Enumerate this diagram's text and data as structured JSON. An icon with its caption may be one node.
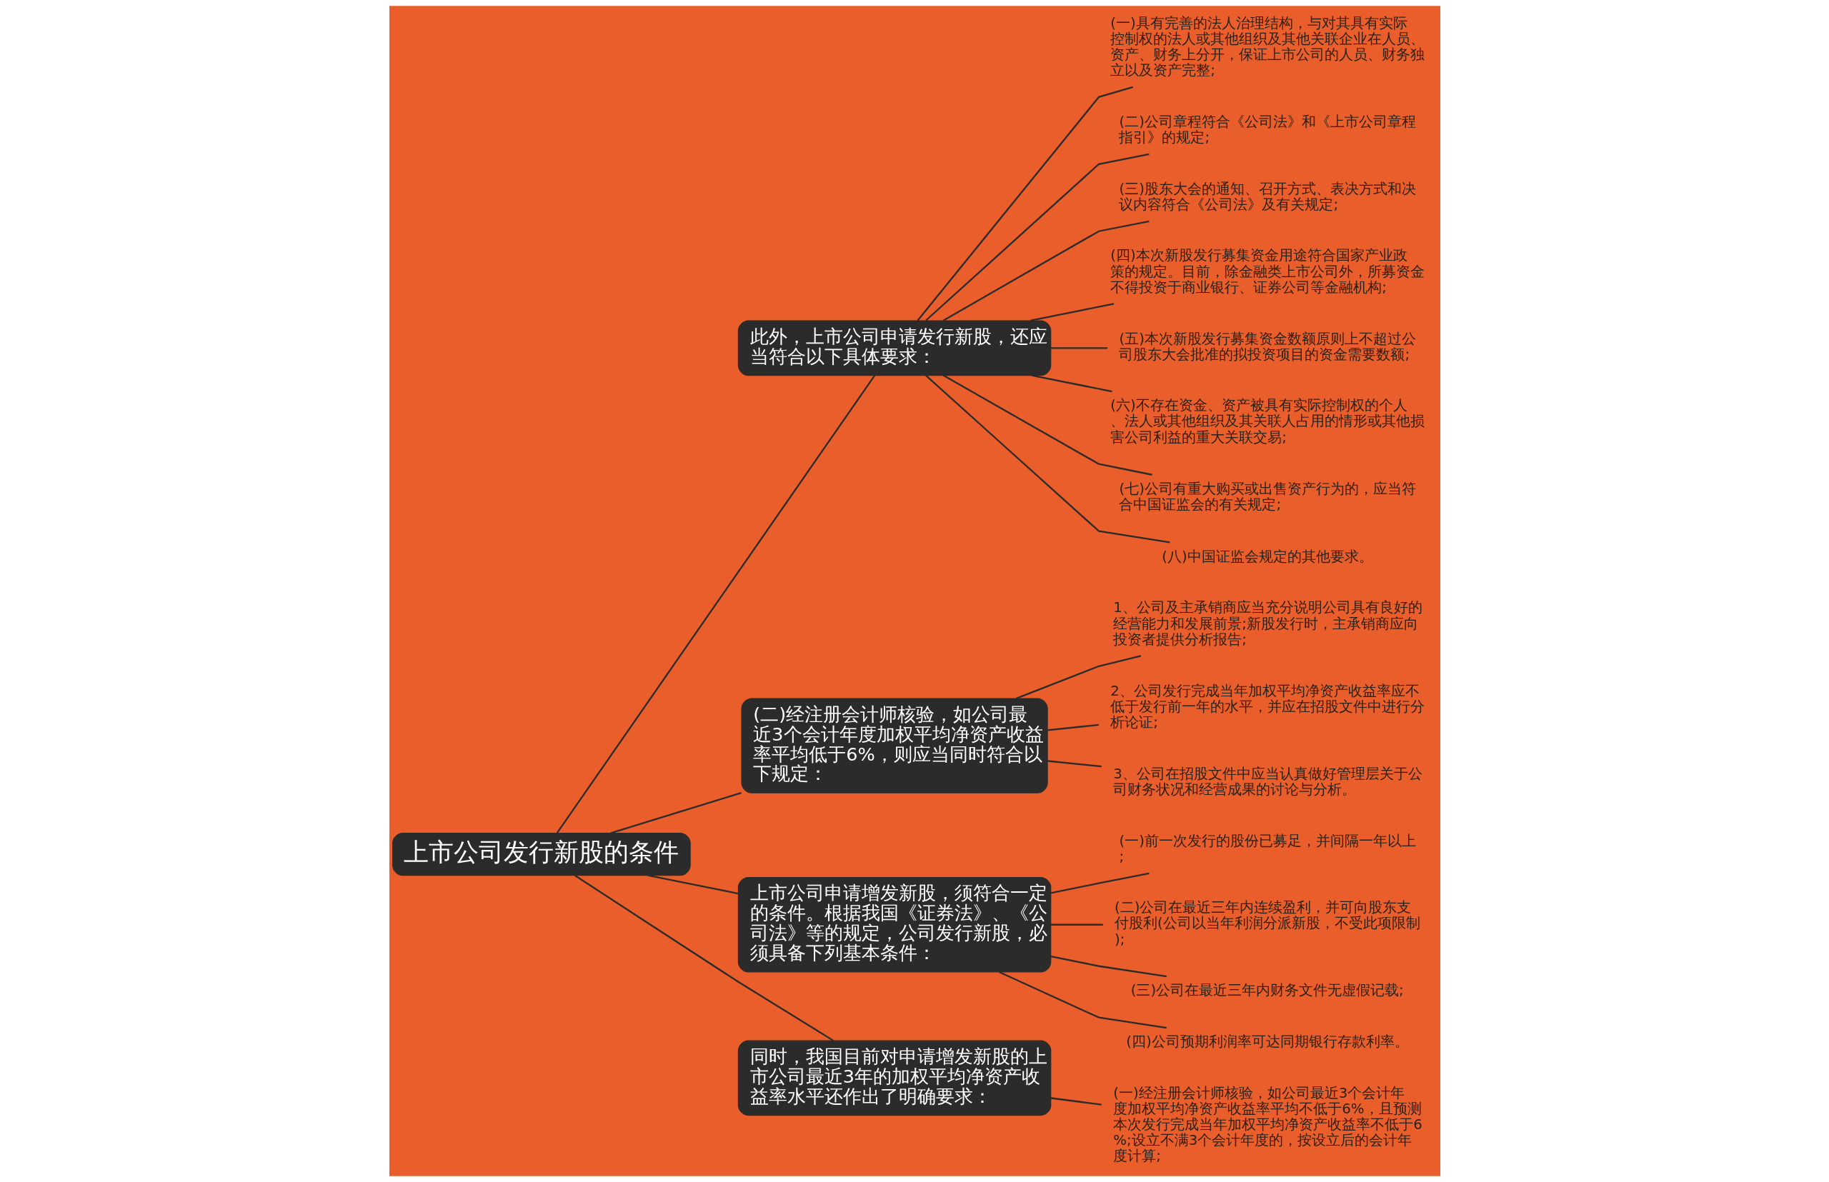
{
  "diagram": {
    "nodes": [
      {
        "text": [
          "上市公司发行新股的条件"
        ]
      },
      {
        "text": [
          "此外，上市公司申请发行新股，还应当符合以下具体要求："
        ]
      },
      {
        "text": [
          "(一)具有完善的法人治理结构，与对其具有实际控制权的法人或其他组织及其他关联企业在人员、资产、财务上分开，保证上市公司的人员、财务独立以及资产完整;"
        ]
      },
      {
        "text": [
          "(二)公司章程符合《公司法》和《上市公司章程指引》的规定;"
        ]
      },
      {
        "text": [
          "(三)股东大会的通知、召开方式、表决方式和决议内容符合《公司法》及有关规定;"
        ]
      },
      {
        "text": [
          "(四)本次新股发行募集资金用途符合国家产业政策的规定。目前，除金融类上市公司外，所募资金不得投资于商业银行、证券公司等金融机构;"
        ]
      },
      {
        "text": [
          "(五)本次新股发行募集资金数额原则上不超过公司股东大会批准的拟投资项目的资金需要数额;"
        ]
      },
      {
        "text": [
          "(六)不存在资金、资产被具有实际控制权的个人、法人或其他组织及其关联人占用的情形或其他损害公司利益的重大关联交易;"
        ]
      },
      {
        "text": [
          "(七)公司有重大购买或出售资产行为的，应当符合中国证监会的有关规定;"
        ]
      },
      {
        "text": [
          "(八)中国证监会规定的其他要求。"
        ]
      },
      {
        "text": [
          "(二)经注册会计师核验，如公司最近3个会计年度加权平均净资产收益率平均低于6%，则应当同时符合以下规定："
        ]
      },
      {
        "text": [
          "1、公司及主承销商应当充分说明公司具有良好的经营能力和发展前景;新股发行时，主承销商应向投资者提供分析报告;"
        ]
      },
      {
        "text": [
          "2、公司发行完成当年加权平均净资产收益率应不低于发行前一年的水平，并应在招股文件中进行分析论证;"
        ]
      },
      {
        "text": [
          "3、公司在招股文件中应当认真做好管理层关于公司财务状况和经营成果的讨论与分析。"
        ]
      },
      {
        "text": [
          "上市公司申请增发新股，须符合一定的条件。根据我国《证券法》、《公司法》等的规定，公司发行新股，必须具备下列基本条件："
        ]
      },
      {
        "text": [
          "(一)前一次发行的股份已募足，并间隔一年以上;"
        ]
      },
      {
        "text": [
          "(二)公司在最近三年内连续盈利，并可向股东支付股利(公司以当年利润分派新股，不受此项限制);"
        ]
      },
      {
        "text": [
          "(三)公司在最近三年内财务文件无虚假记载;"
        ]
      },
      {
        "text": [
          "(四)公司预期利润率可达同期银行存款利率。"
        ]
      },
      {
        "text": [
          "同时，我国目前对申请增发新股的上市公司最近3年的加权平均净资产收益率水平还作出了明确要求："
        ]
      },
      {
        "text": [
          "(一)经注册会计师核验，如公司最近3个会计年度加权平均净资产收益率平均不低于6%，且预测本次发行完成当年加权平均净资产收益率不低于6%;设立不满3个会计年度的，按设立后的会计年度计算;"
        ]
      }
    ],
    "edges": [
      {
        "from": 0,
        "to": 1,
        "arrow": "none"
      },
      {
        "from": 1,
        "to": 2,
        "arrow": "none"
      },
      {
        "from": 1,
        "to": 3,
        "arrow": "none"
      },
      {
        "from": 1,
        "to": 4,
        "arrow": "none"
      },
      {
        "from": 1,
        "to": 5,
        "arrow": "none"
      },
      {
        "from": 1,
        "to": 6,
        "arrow": "none"
      },
      {
        "from": 1,
        "to": 7,
        "arrow": "none"
      },
      {
        "from": 1,
        "to": 8,
        "arrow": "none"
      },
      {
        "from": 1,
        "to": 9,
        "arrow": "none"
      },
      {
        "from": 0,
        "to": 10,
        "arrow": "none"
      },
      {
        "from": 10,
        "to": 11,
        "arrow": "none"
      },
      {
        "from": 10,
        "to": 12,
        "arrow": "none"
      },
      {
        "from": 10,
        "to": 13,
        "arrow": "none"
      },
      {
        "from": 0,
        "to": 14,
        "arrow": "none"
      },
      {
        "from": 14,
        "to": 15,
        "arrow": "none"
      },
      {
        "from": 14,
        "to": 16,
        "arrow": "none"
      },
      {
        "from": 14,
        "to": 17,
        "arrow": "none"
      },
      {
        "from": 14,
        "to": 18,
        "arrow": "none"
      },
      {
        "from": 0,
        "to": 19,
        "arrow": "none"
      },
      {
        "from": 19,
        "to": 20,
        "arrow": "none"
      }
    ]
  }
}
